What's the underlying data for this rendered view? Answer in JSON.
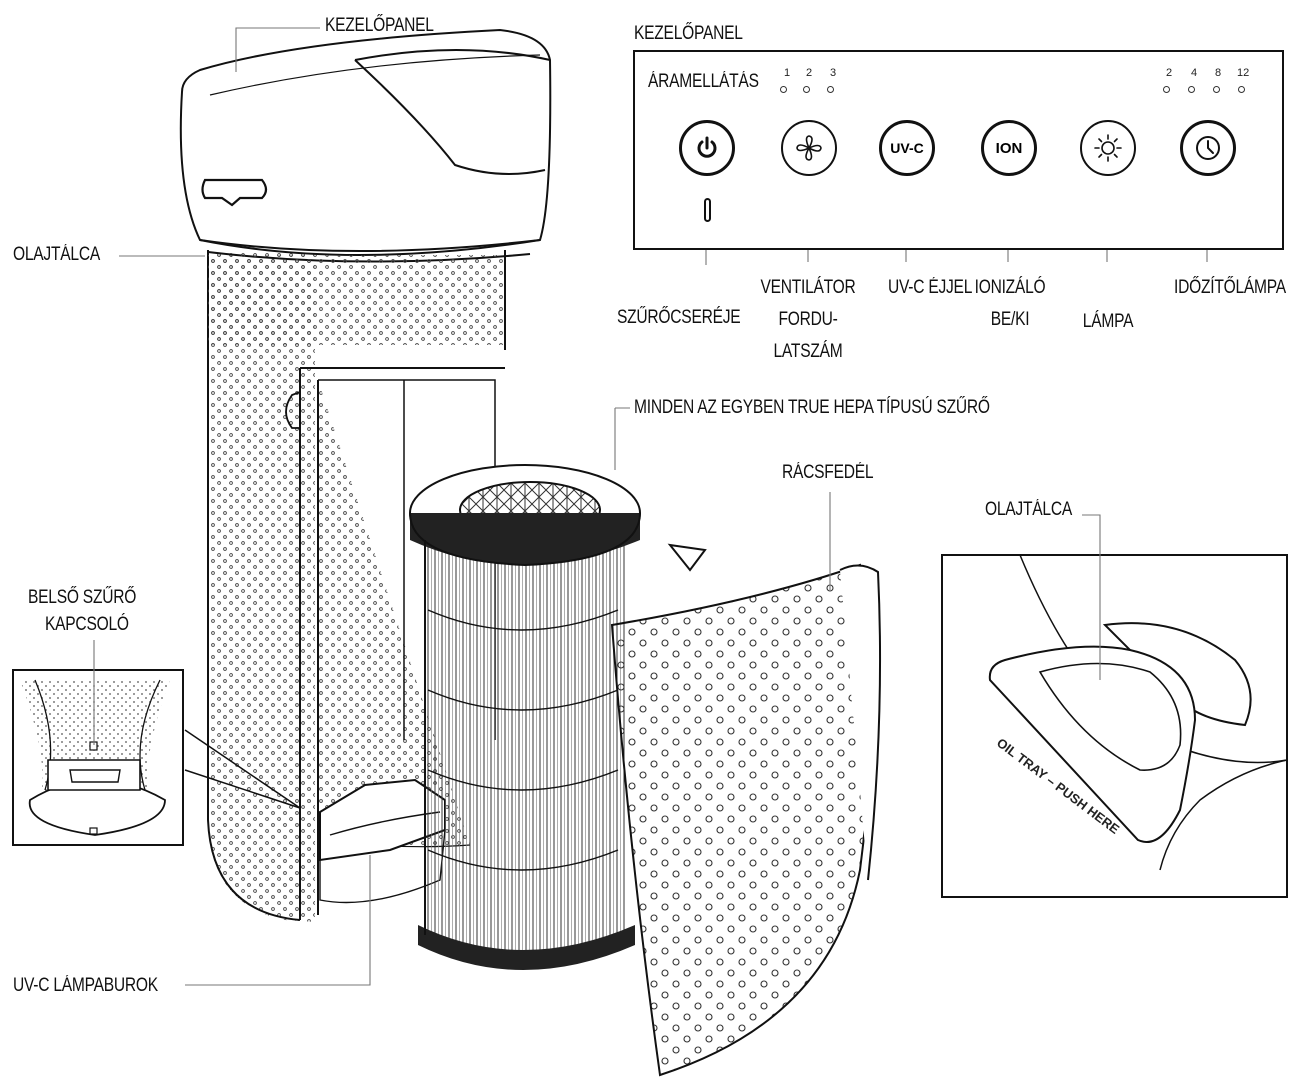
{
  "labels": {
    "kezelopanel_top": "KEZELŐPANEL",
    "kezelopanel_panel": "KEZELŐPANEL",
    "olajtalca_left": "OLAJTÁLCA",
    "belso_szuro_1": "BELSŐ SZŰRŐ",
    "belso_szuro_2": "KAPCSOLÓ",
    "uvc_lampaburok": "UV-C LÁMPABUROK",
    "minden_az_egyben": "MINDEN AZ EGYBEN TRUE HEPA TÍPUSÚ SZŰRŐ",
    "racsfedel": "RÁCSFEDÉL",
    "olajtalca_inset": "OLAJTÁLCA",
    "oil_tray_text": "OIL TRAY – PUSH HERE"
  },
  "panel": {
    "aramellatas": "ÁRAMELLÁTÁS",
    "speed_indicators": [
      "1",
      "2",
      "3"
    ],
    "timer_indicators": [
      "2",
      "4",
      "8",
      "12"
    ],
    "buttons": {
      "uvc": "UV-C",
      "ion": "ION"
    },
    "callouts": {
      "szurocsereje": "SZŰRŐCSERÉJE",
      "ventilator_1": "VENTILÁTOR",
      "ventilator_2": "FORDU-",
      "ventilator_3": "LATSZÁM",
      "uvc_ejjel": "UV-C ÉJJEL",
      "ionizalo_1": "IONIZÁLÓ",
      "ionizalo_2": "BE/KI",
      "lampa": "LÁMPA",
      "idozito": "IDŐZÍTŐLÁMPA"
    }
  },
  "icons": {
    "power": "power-icon",
    "fan": "fan-icon",
    "sun": "sun-icon",
    "clock": "clock-icon"
  }
}
